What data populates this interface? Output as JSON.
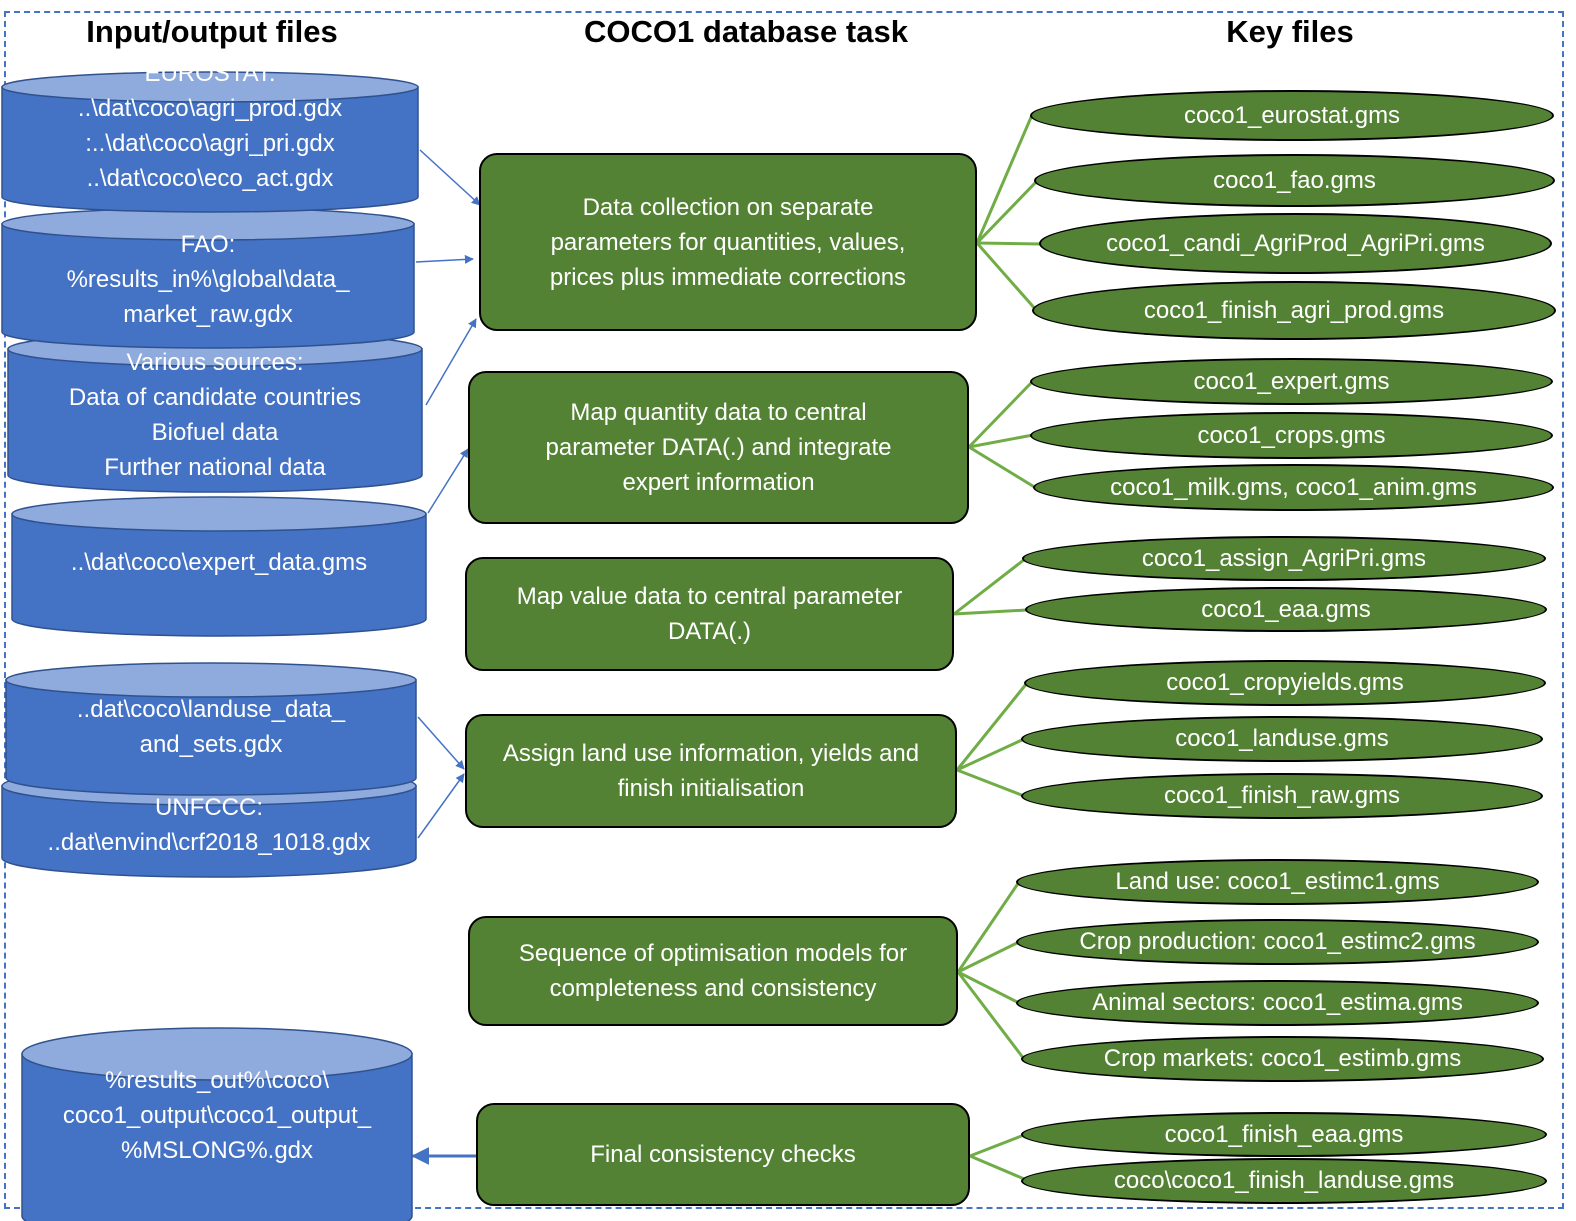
{
  "headings": {
    "inputs": "Input/output files",
    "tasks": "COCO1 database task",
    "keys": "Key files"
  },
  "colors": {
    "cylinder_body": "#4472c4",
    "cylinder_top": "#8faadc",
    "task_fill": "#548235",
    "connector_green": "#70ad47",
    "arrow_blue": "#4472c4",
    "frame_border": "#4472c4"
  },
  "cylinders": [
    {
      "id": "eurostat",
      "lines": [
        "EUROSTAT:",
        "..\\dat\\coco\\agri_prod.gdx",
        ":..\\dat\\coco\\agri_pri.gdx",
        "..\\dat\\coco\\eco_act.gdx"
      ]
    },
    {
      "id": "fao",
      "lines": [
        "FAO:",
        "%results_in%\\global\\data_",
        "market_raw.gdx"
      ]
    },
    {
      "id": "various",
      "lines": [
        "Various sources:",
        "Data of candidate countries",
        "Biofuel data",
        "Further national data"
      ]
    },
    {
      "id": "expert",
      "lines": [
        "..\\dat\\coco\\expert_data.gms"
      ]
    },
    {
      "id": "landuse",
      "lines": [
        "..dat\\coco\\landuse_data_",
        "and_sets.gdx"
      ]
    },
    {
      "id": "unfccc",
      "lines": [
        "UNFCCC:",
        "..dat\\envind\\crf2018_1018.gdx"
      ]
    },
    {
      "id": "output",
      "lines": [
        "%results_out%\\coco\\",
        "coco1_output\\coco1_output_",
        "%MSLONG%.gdx"
      ]
    }
  ],
  "tasks": [
    {
      "id": "collection",
      "text": "Data collection on separate parameters for quantities, values, prices plus immediate corrections",
      "key_files": [
        "coco1_eurostat.gms",
        "coco1_fao.gms",
        "coco1_candi_AgriProd_AgriPri.gms",
        "coco1_finish_agri_prod.gms"
      ]
    },
    {
      "id": "quantity",
      "text": "Map quantity data to central parameter DATA(.) and integrate expert information",
      "key_files": [
        "coco1_expert.gms",
        "coco1_crops.gms",
        "coco1_milk.gms, coco1_anim.gms"
      ]
    },
    {
      "id": "value",
      "text": "Map value data to central parameter DATA(.)",
      "key_files": [
        "coco1_assign_AgriPri.gms",
        "coco1_eaa.gms"
      ]
    },
    {
      "id": "landuse",
      "text": "Assign land use information, yields and finish initialisation",
      "key_files": [
        "coco1_cropyields.gms",
        "coco1_landuse.gms",
        "coco1_finish_raw.gms"
      ]
    },
    {
      "id": "optimisation",
      "text": "Sequence of optimisation models for completeness and consistency",
      "key_files": [
        "Land use: coco1_estimc1.gms",
        "Crop production: coco1_estimc2.gms",
        "Animal sectors: coco1_estima.gms",
        "Crop markets: coco1_estimb.gms"
      ]
    },
    {
      "id": "final",
      "text": "Final consistency checks",
      "key_files": [
        "coco1_finish_eaa.gms",
        "coco\\coco1_finish_landuse.gms"
      ]
    }
  ],
  "flows": [
    {
      "from": "eurostat",
      "to": "collection"
    },
    {
      "from": "fao",
      "to": "collection"
    },
    {
      "from": "various",
      "to": "collection"
    },
    {
      "from": "expert",
      "to": "quantity"
    },
    {
      "from": "landuse",
      "to": "landuse"
    },
    {
      "from": "unfccc",
      "to": "landuse"
    },
    {
      "from": "final",
      "to": "output"
    }
  ]
}
